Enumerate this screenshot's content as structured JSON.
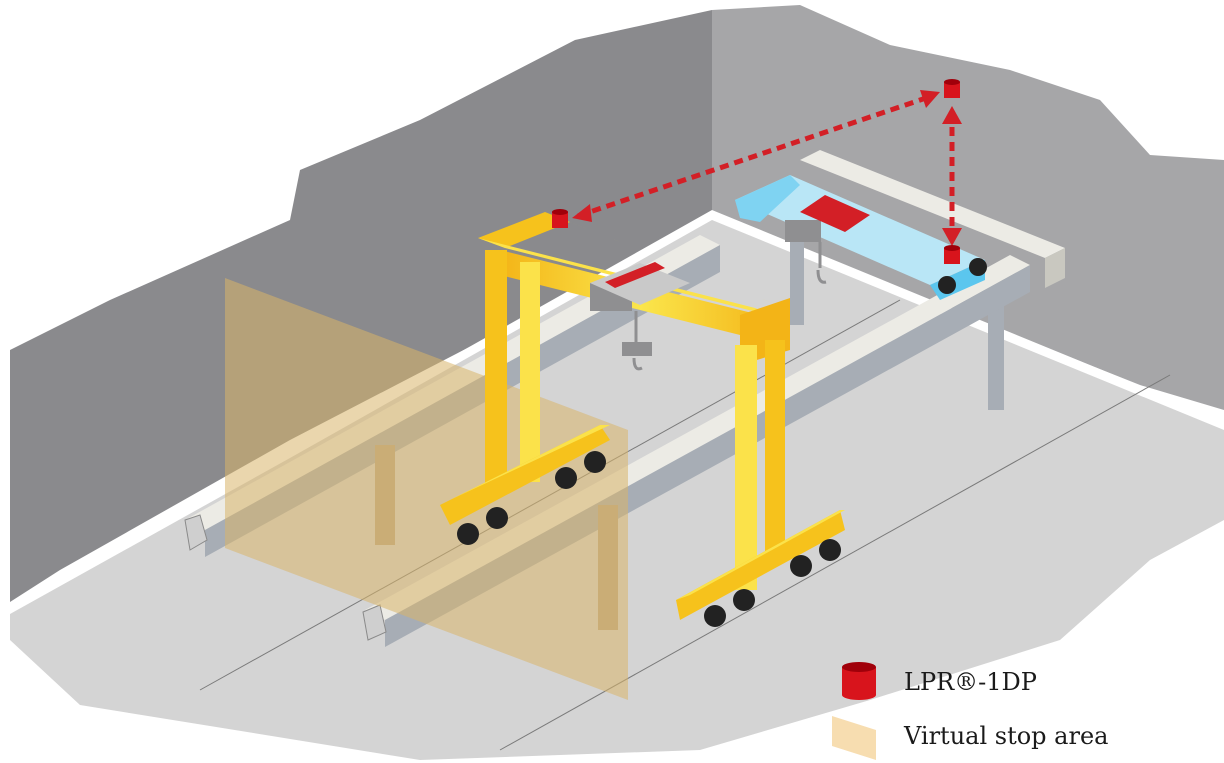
{
  "legend": {
    "sensor": {
      "label": "LPR®-1DP",
      "color": "#d8141c"
    },
    "stop_area": {
      "label": "Virtual stop area",
      "color": "#f7ddb0"
    }
  },
  "colors": {
    "floor": "#d4d4d4",
    "wall": "#8a8a8d",
    "crane_front": "#f7d31a",
    "crane_back": "#a8dff2",
    "rail": "#a7adb5",
    "arrow": "#d31f26",
    "virtual_stop": "#d8b46a"
  },
  "scene": {
    "cranes": [
      "yellow-gantry-crane",
      "blue-overhead-crane"
    ],
    "sensor_count": 3
  }
}
